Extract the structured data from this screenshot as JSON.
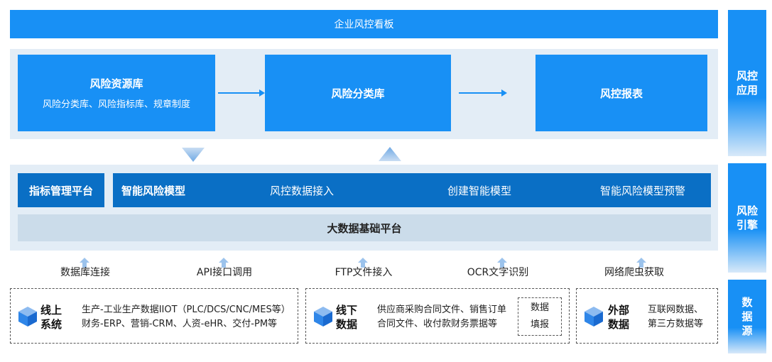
{
  "top_bar": {
    "title": "企业风控看板"
  },
  "app": {
    "resource_lib": {
      "title": "风险资源库",
      "sub": "风险分类库、风险指标库、规章制度"
    },
    "category_lib": {
      "title": "风险分类库"
    },
    "report": {
      "title": "风控报表"
    }
  },
  "engine": {
    "indicator_platform": "指标管理平台",
    "smart_model": "智能风险模型",
    "data_access": "风控数据接入",
    "create_model": "创建智能模型",
    "model_warning": "智能风险模型预警",
    "bigdata_platform": "大数据基础平台"
  },
  "side_labels": {
    "app": [
      "风控",
      "应用"
    ],
    "engine": [
      "风险",
      "引擎"
    ],
    "source": [
      "数",
      "据",
      "源"
    ]
  },
  "connections": [
    "数据库连接",
    "API接口调用",
    "FTP文件接入",
    "OCR文字识别",
    "网络爬虫获取"
  ],
  "sources": {
    "online": {
      "name": [
        "线上",
        "系统"
      ],
      "lines": [
        "生产-工业生产数据IIOT（PLC/DCS/CNC/MES等）",
        "财务-ERP、营销-CRM、人资-eHR、交付-PM等"
      ]
    },
    "offline": {
      "name": [
        "线下",
        "数据"
      ],
      "lines": [
        "供应商采购合同文件、销售订单",
        "合同文件、收付款财务票据等"
      ],
      "fill_box": [
        "数据",
        "填报"
      ]
    },
    "external": {
      "name": [
        "外部",
        "数据"
      ],
      "lines": [
        "互联网数据、",
        "第三方数据等"
      ]
    }
  },
  "colors": {
    "primary": "#1890f5",
    "dark": "#0a6fc5",
    "panel": "#e3edf6",
    "base": "#cbdcea"
  }
}
